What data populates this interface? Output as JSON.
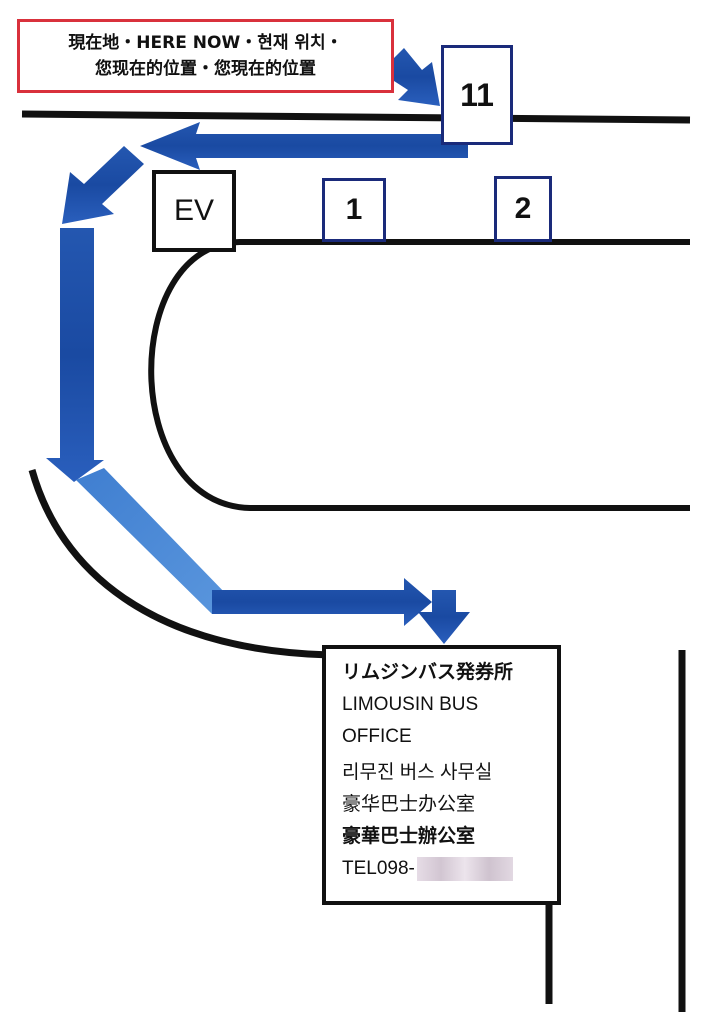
{
  "here_box": {
    "line1": "現在地・HERE NOW・현재 위치・",
    "line2": "您现在的位置・您現在的位置"
  },
  "stops": {
    "eleven": "11",
    "one": "1",
    "two": "2"
  },
  "ev_label": "EV",
  "office": {
    "ja": "リムジンバス発券所",
    "en_line1": "LIMOUSIN  BUS",
    "en_line2": "OFFICE",
    "ko": "리무진 버스 사무실",
    "zh_simplified": "豪华巴士办公室",
    "zh_traditional": "豪華巴士辦公室",
    "tel_prefix": "TEL098-"
  },
  "colors": {
    "route_arrow": "#1f4fa8",
    "here_border": "#d9313c",
    "lines": "#111111",
    "stop_border": "#1a2a7a"
  }
}
